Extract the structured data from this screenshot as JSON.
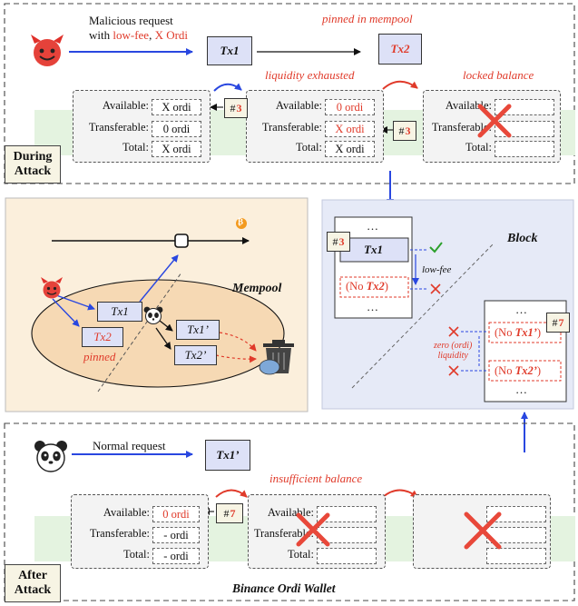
{
  "during": {
    "phase_label": [
      "During",
      "Attack"
    ],
    "request_line1": "Malicious request",
    "request_with": "with ",
    "request_lowfee": "low-fee",
    "request_sep": ", ",
    "request_xordi": "X Ordi",
    "tx1": "Tx1",
    "tx2": "Tx2",
    "pinned_caption": "pinned in mempool",
    "liquidity_caption": "liquidity exhausted",
    "locked_caption": "locked balance",
    "wallet1": {
      "available_label": "Available:",
      "available": "X  ordi",
      "transferable_label": "Transferable:",
      "transferable": "0  ordi",
      "total_label": "Total:",
      "total": "X  ordi"
    },
    "wallet2": {
      "available_label": "Available:",
      "available": "0  ordi",
      "transferable_label": "Transferable:",
      "transferable": "X  ordi",
      "total_label": "Total:",
      "total": "X  ordi"
    },
    "wallet3": {
      "available_label": "Available:",
      "transferable_label": "Transferable:",
      "total_label": "Total:"
    },
    "step_a": {
      "hash": "#",
      "num": "3"
    },
    "step_b": {
      "hash": "#",
      "num": "3"
    }
  },
  "mempool": {
    "title": "Mempool",
    "tx1": "Tx1",
    "tx2": "Tx2",
    "tx1p": "Tx1’",
    "tx2p": "Tx2’",
    "pinned": "pinned",
    "btc_symbol": "₿"
  },
  "block": {
    "title": "Block",
    "left_step": {
      "hash": "#",
      "num": "3"
    },
    "right_step": {
      "hash": "#",
      "num": "7"
    },
    "left_dots_top": "…",
    "left_dots_bottom": "…",
    "tx1": "Tx1",
    "no_tx2_pre": "(No ",
    "no_tx2_tx": "Tx2",
    "no_tx2_post": ")",
    "low_fee": "low-fee",
    "right_dots_top": "…",
    "right_dots_bottom": "…",
    "no_tx1p_pre": "(No ",
    "no_tx1p_tx": "Tx1’",
    "no_tx1p_post": ")",
    "no_tx2p_pre": "(No ",
    "no_tx2p_tx": "Tx2’",
    "no_tx2p_post": ")",
    "zero_liq": [
      "zero (ordi)",
      "liquidity"
    ]
  },
  "after": {
    "phase_label": [
      "After",
      "Attack"
    ],
    "request": "Normal request",
    "tx": "Tx1’",
    "insufficient_caption": "insufficient balance",
    "wallet1": {
      "available_label": "Available:",
      "available": "0  ordi",
      "transferable_label": "Transferable:",
      "transferable": "-  ordi",
      "total_label": "Total:",
      "total": "-  ordi"
    },
    "wallet2": {
      "available_label": "Available:",
      "transferable_label": "Transferable:",
      "total_label": "Total:"
    },
    "step": {
      "hash": "#",
      "num": "7"
    },
    "footer": "Binance Ordi Wallet"
  },
  "colors": {
    "accent_red": "#e03a2a",
    "arrow_blue": "#2947e0",
    "tx_fill": "#dde1f7",
    "mempool_bg": "#fbefdc",
    "block_bg": "#e6eaf7",
    "band_green": "#e4f3e0",
    "step_fill": "#f7f4e4"
  }
}
